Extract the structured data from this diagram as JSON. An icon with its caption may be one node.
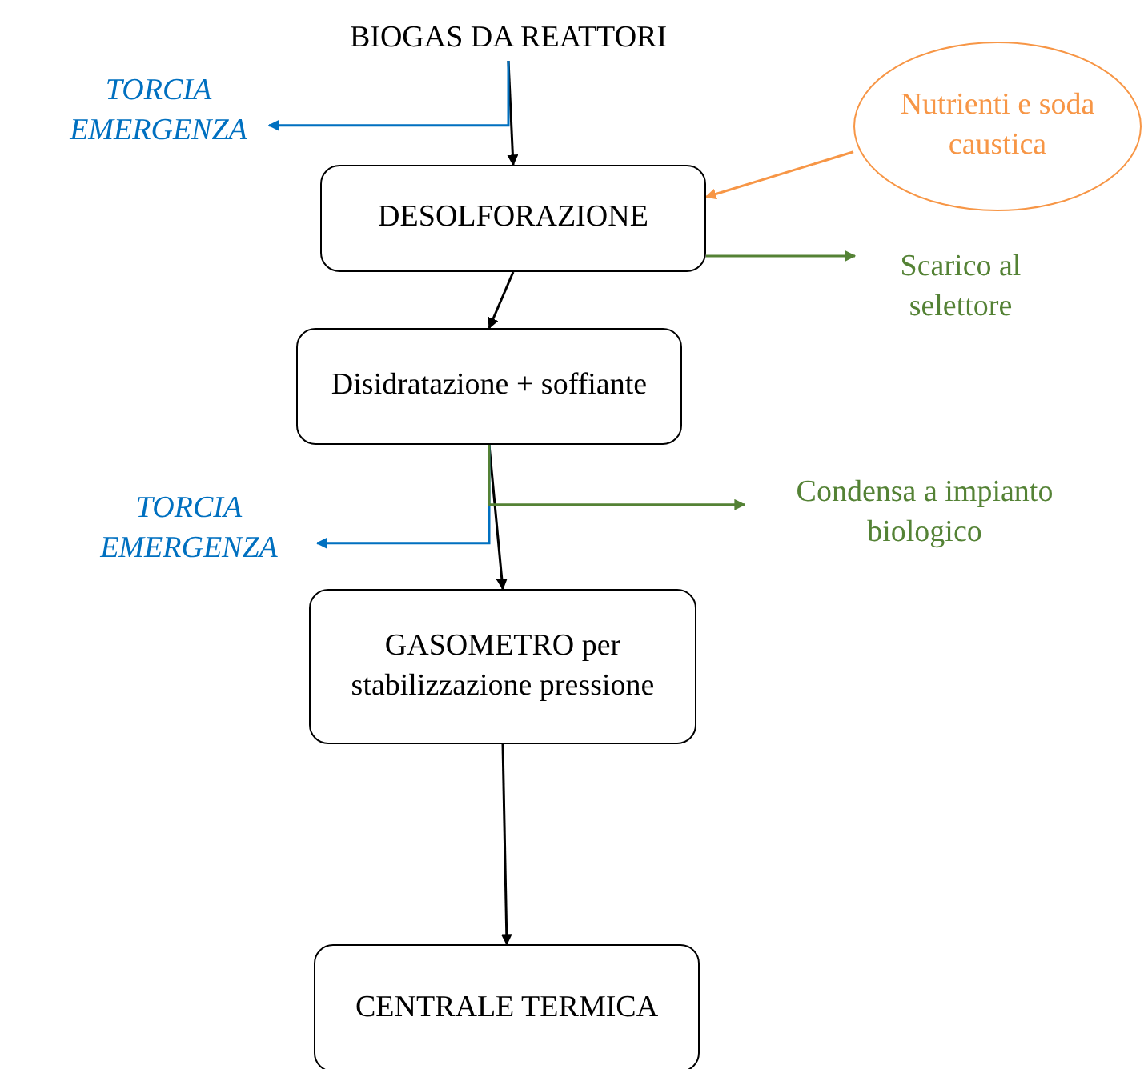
{
  "diagram": {
    "nodes": [
      {
        "text": [
          "BIOGAS DA REATTORI"
        ]
      },
      {
        "text": [
          "TORCIA EMERGENZA"
        ]
      },
      {
        "text": [
          "Nutrienti e soda caustica"
        ]
      },
      {
        "text": [
          "DESOLFORAZIONE"
        ]
      },
      {
        "text": [
          "Scarico al selettore"
        ]
      },
      {
        "text": [
          "Disidratazione + soffiante"
        ]
      },
      {
        "text": [
          "TORCIA EMERGENZA"
        ]
      },
      {
        "text": [
          "Condensa a impianto biologico"
        ]
      },
      {
        "text": [
          "GASOMETRO per stabilizzazione pressione"
        ]
      },
      {
        "text": [
          "CENTRALE TERMICA"
        ]
      }
    ],
    "edges": [
      {
        "from": 0,
        "to": 3,
        "arrow": "to"
      },
      {
        "from": 0,
        "to": 1,
        "arrow": "to",
        "color": "#0070c0"
      },
      {
        "from": 2,
        "to": 3,
        "arrow": "to",
        "color": "#f79646"
      },
      {
        "from": 3,
        "to": 4,
        "arrow": "to",
        "color": "#548235"
      },
      {
        "from": 3,
        "to": 5,
        "arrow": "to"
      },
      {
        "from": 5,
        "to": 8,
        "arrow": "to"
      },
      {
        "from": 5,
        "to": 6,
        "arrow": "to",
        "color": "#0070c0"
      },
      {
        "from": 5,
        "to": 7,
        "arrow": "to",
        "color": "#548235"
      },
      {
        "from": 8,
        "to": 9,
        "arrow": "to"
      }
    ]
  }
}
